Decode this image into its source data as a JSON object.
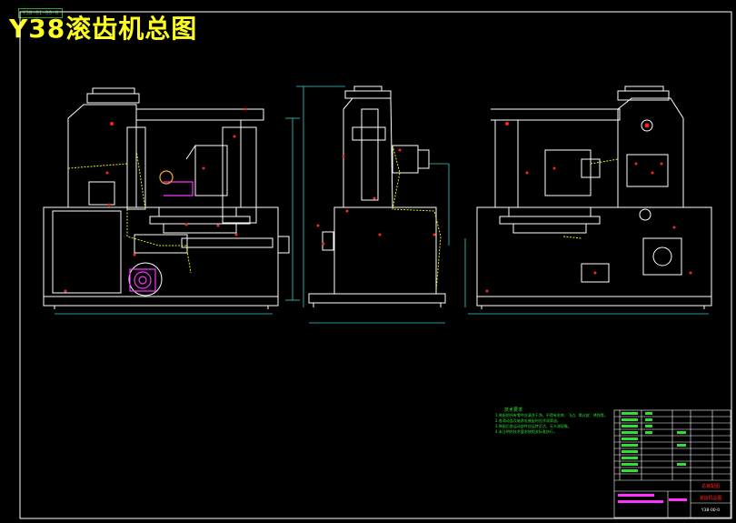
{
  "drawing": {
    "title": "Y38滚齿机总图",
    "stamp": "Y38-01-00-0",
    "colors": {
      "background": "#000000",
      "outline": "#ffffff",
      "title": "#ffff22",
      "dimension": "#33cccc",
      "annotation": "#33dd33",
      "red_mark": "#ff2222",
      "magenta": "#ff33ff",
      "yellow_line": "#e6e620"
    }
  },
  "notes": {
    "heading": "技术要求",
    "lines": [
      "1.装配前所有零件应清洗干净，不得有毛刺、飞边、氧化皮、锈蚀等。",
      "2.各滑动面及轴承处装配时应涂润滑油。",
      "3.装配后各运动部件应运转灵活，无卡滞现象。",
      "4.未注明的技术要求按相关标准执行。"
    ]
  },
  "title_block": {
    "drawing_name": "滚齿机总图",
    "drawing_number": "Y38-00-0",
    "school": "总装配图"
  }
}
